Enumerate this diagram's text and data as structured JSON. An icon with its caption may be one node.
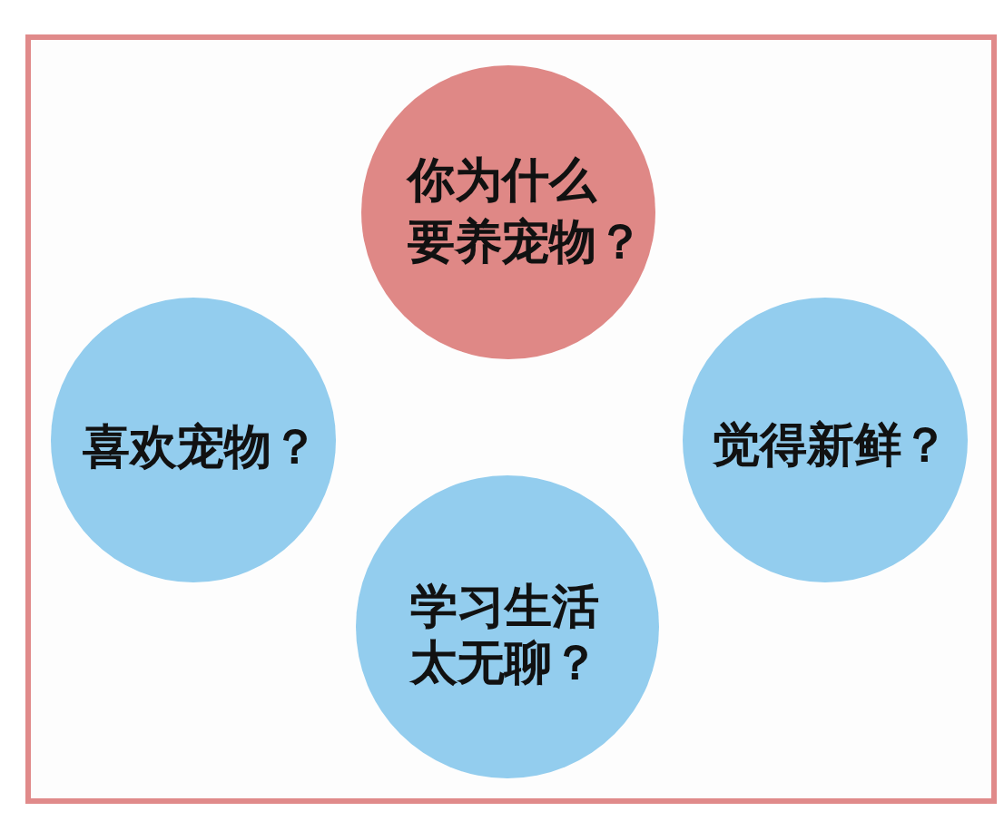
{
  "diagram": {
    "nodes": [
      {
        "text": [],
        "shape": "box"
      },
      {
        "text": [
          "你为什么要养宠物？"
        ],
        "in": 0
      },
      {
        "text": [
          "喜欢宠物？"
        ],
        "in": 0
      },
      {
        "text": [
          "觉得新鲜？"
        ],
        "in": 0
      },
      {
        "text": [
          "学习生活太无聊？"
        ],
        "in": 0
      }
    ]
  }
}
